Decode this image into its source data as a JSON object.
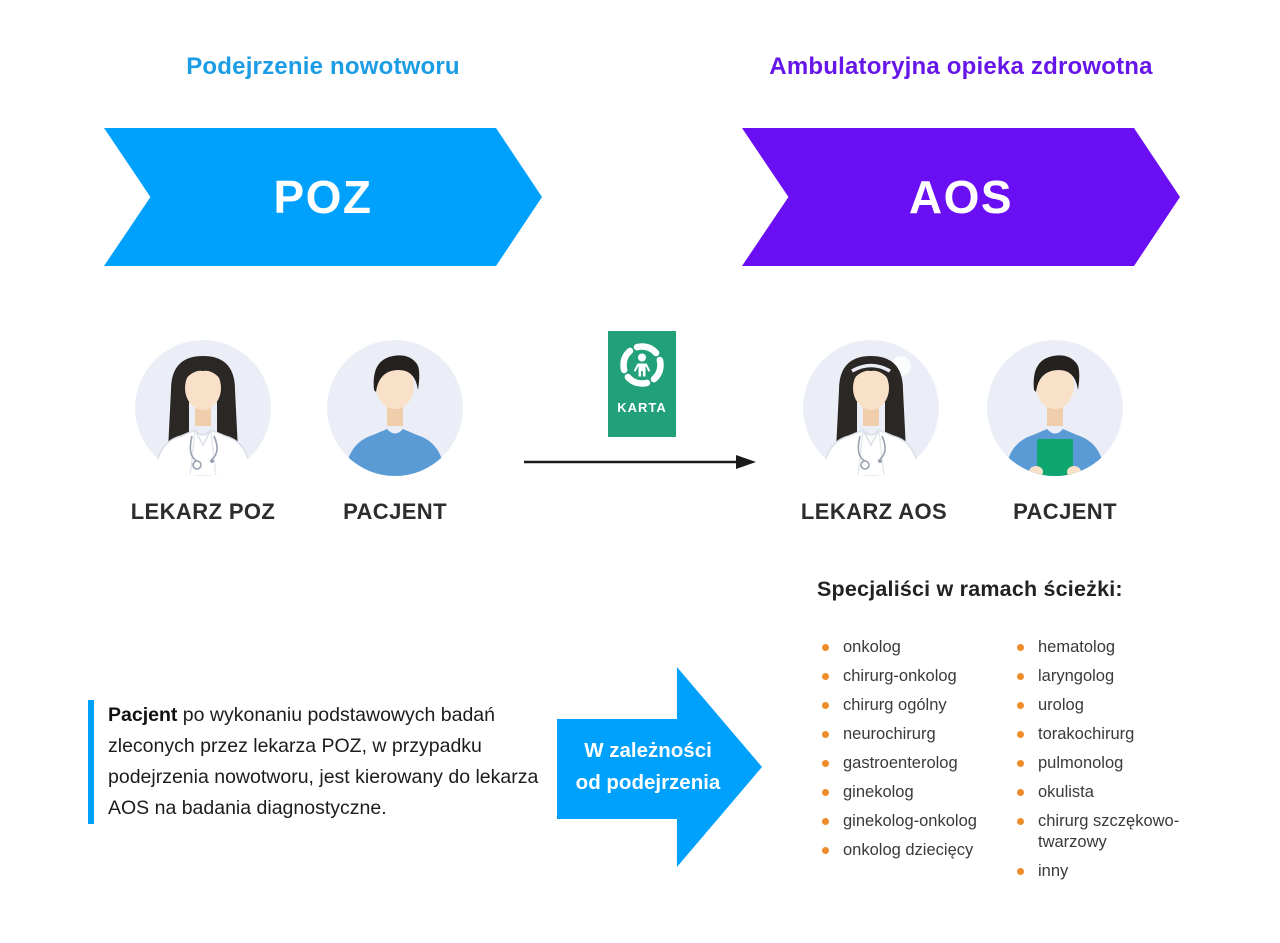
{
  "colors": {
    "azure": "#00A0FD",
    "purple": "#6A0FF4",
    "heading_blue": "#1B9CE5",
    "heading_purple": "#6616E9",
    "card_green": "#21A07A",
    "held_card_green": "#0FA56F",
    "orange": "#EE8C2A"
  },
  "headings": {
    "left": "Podejrzenie nowotworu",
    "right": "Ambulatoryjna opieka zdrowotna"
  },
  "chevrons": {
    "poz": "POZ",
    "aos": "AOS"
  },
  "actors": {
    "lekarz_poz": "LEKARZ POZ",
    "pacjent_left": "PACJENT",
    "lekarz_aos": "LEKARZ AOS",
    "pacjent_right": "PACJENT"
  },
  "karta": {
    "label": "KARTA",
    "icon": "dilo-onco-card-logo"
  },
  "specialists": {
    "title": "Specjaliści w ramach ścieżki:",
    "column1": [
      "onkolog",
      "chirurg-onkolog",
      "chirurg ogólny",
      "neurochirurg",
      "gastroenterolog",
      "ginekolog",
      "ginekolog-onkolog",
      "onkolog dziecięcy"
    ],
    "column2": [
      "hematolog",
      "laryngolog",
      "urolog",
      "torakochirurg",
      "pulmonolog",
      "okulista",
      "chirurg szczękowo-twarzowy",
      "inny"
    ]
  },
  "note": {
    "lead": "Pacjent",
    "text": " po wykonaniu podstawowych badań zleconych przez lekarza POZ, w przypadku podejrzenia nowotworu, jest kierowany do lekarza AOS na badania diagnostyczne."
  },
  "flow_arrow": {
    "line1": "W zależności",
    "line2": "od podejrzenia"
  }
}
